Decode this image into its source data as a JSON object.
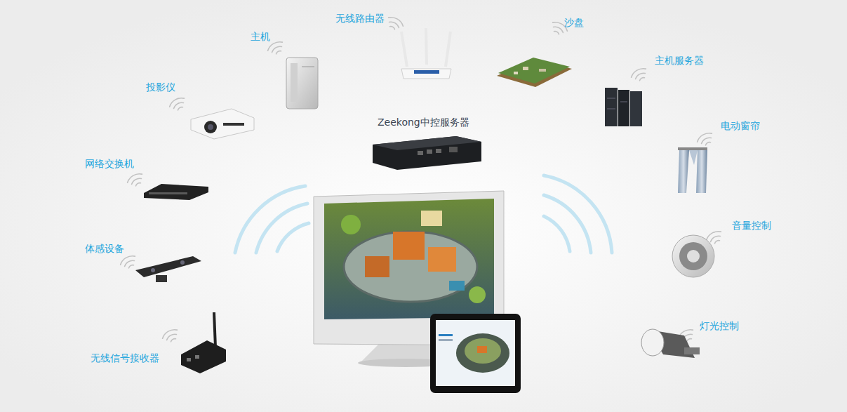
{
  "diagram": {
    "labels": [
      "无线路由器",
      "沙盘",
      "主机",
      "主机服务器",
      "投影仪",
      "Zeekong中控服务器",
      "电动窗帘",
      "网络交换机",
      "音量控制",
      "体感设备",
      "灯光控制",
      "无线信号接收器"
    ]
  }
}
